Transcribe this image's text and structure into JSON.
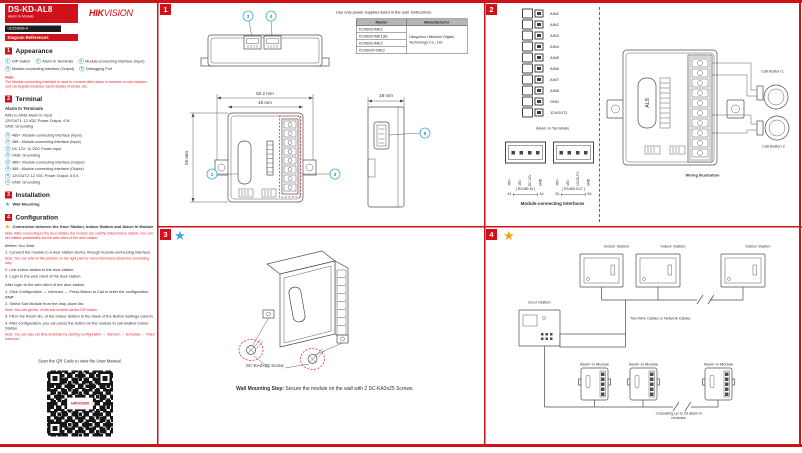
{
  "meta": {
    "product": "DS-KD-AL8",
    "subtitle": "Alarm In Module",
    "doc_code": "UD15289B-A",
    "diagram_refs": "Diagram References",
    "brand_hik": "HIK",
    "brand_vision": "VISION",
    "brand": "HIKVISION"
  },
  "appearance": {
    "number": "1",
    "title": "Appearance",
    "items": [
      {
        "num": "1",
        "label": "DIP Switch"
      },
      {
        "num": "2",
        "label": "Alarm In Terminals"
      },
      {
        "num": "3",
        "label": "Module-connecting Interface (Input)"
      },
      {
        "num": "4",
        "label": "Module-connecting Interface (Output)"
      },
      {
        "num": "5",
        "label": "Debugging Port"
      }
    ],
    "note_label": "Note:",
    "note": "The Module-connecting Interface is used to connect other alarm in modules or sub modules such as keypad modules, touch-display modules, etc."
  },
  "terminal": {
    "number": "2",
    "title": "Terminal",
    "subtitle": "Alarm In Terminals",
    "lines": [
      "AIN1 to AIN8: Alarm In Input",
      "12VOUT1: 12 VDC Power Output, 4 W",
      "GND: Grounding"
    ],
    "interface_lines": [
      {
        "num": "3",
        "text": "485+: Module-connecting Interface (Input)"
      },
      {
        "num": "3",
        "text": "485-: Module-connecting Interface (Input)"
      },
      {
        "num": "3",
        "text": "DC 12V: 12 VDC Power Input"
      },
      {
        "num": "3",
        "text": "GND: Grounding"
      },
      {
        "num": "4",
        "text": "485+: Module-connecting Interface (Output)"
      },
      {
        "num": "4",
        "text": "485-: Module-connecting Interface (Output)"
      },
      {
        "num": "4",
        "text": "12VOUT2: 12 VDC Power Output, 0.5 A"
      },
      {
        "num": "4",
        "text": "GND: Grounding"
      }
    ]
  },
  "installation": {
    "number": "3",
    "title": "Installation",
    "item": "Wall Mounting"
  },
  "configuration": {
    "number": "4",
    "title": "Configuration",
    "item": "Connection between the Door Station, Indoor Station and Alarm In Module",
    "note1": "Note: After connecting to the door station, the module can call the linked indoor station. You can set relative parameters via the web client of the door station.",
    "before": "Before You Start",
    "steps_before": [
      "1. Connect the module to a door station device through module-connecting interface.",
      "2. Link indoor station to the door station.",
      "3. Login to the web client of the door station."
    ],
    "note2": "Note: You can refer to the pictures on the right part for more information about the connecting way.",
    "after_intro": "After login to the web client of the door station,",
    "steps_after": [
      "1. Click Configuration → Intercom → Press Button to Call to enter the configuration page.",
      "2. Select Sub Module from the drop-down list.",
      "3. Fill in the Room No. of the Indoor Station in the blank of the Button Settings column.",
      "4. After configuration, you can press the button on the module to call relative Indoor Station."
    ],
    "note3": "Note: You can get No. of the sub module via the DIP switch.",
    "note4": "Note: You can also set time schedule by clicking Configuration → Intercom → Schedule → Video Intercom.",
    "qr_caption": "Scan the QR Code to view the User Manual."
  },
  "power_table": {
    "intro": "Use only power supplies listed in the user instructions:",
    "headers": [
      "Model",
      "Manufacturer"
    ],
    "models": [
      "K2XB03-IME1",
      "K2XB03-IME1(B)",
      "K2XB03-IME2",
      "K2XB03Y-IME2"
    ],
    "manufacturer": "Hangzhou Hikvision Digital Technology Co., Ltd."
  },
  "diagram1": {
    "badge": "1",
    "dims": {
      "width_outer": "62.2 mm",
      "width_inner": "45 mm",
      "height": "55 mm",
      "depth": "18 mm"
    },
    "callouts": [
      "1",
      "2",
      "3",
      "4",
      "5"
    ]
  },
  "diagram2": {
    "badge": "2",
    "terminals": [
      "AIN1",
      "AIN2",
      "AIN3",
      "AIN4",
      "AIN5",
      "AIN6",
      "AIN7",
      "AIN8",
      "GND",
      "12VOUT1"
    ],
    "terminals_caption": "Alarm In Terminals",
    "conn_in_pins": [
      "485+",
      "485-",
      "DC 12V",
      "GND"
    ],
    "conn_out_pins": [
      "485+",
      "485-",
      "12VOUT2",
      "GND"
    ],
    "conn_in_label": "RS485 IN",
    "conn_out_label": "RS485 OUT",
    "conn_in_range": [
      "A1",
      "A4"
    ],
    "conn_out_range": [
      "B1",
      "B4"
    ],
    "interfaces_caption": "Module-connecting Interfaces",
    "module_label": "AL8",
    "call_button_1": "Call Button 1",
    "call_button_2": "Call Button 2",
    "wiring_caption": "Wiring Illustration"
  },
  "diagram3": {
    "badge": "3",
    "screw_label": "SC-KA3×25 Screw",
    "step_bold": "Wall Mounting Step:",
    "step_text": " Secure the module on the wall with 2 SC-KA3x25 Screws."
  },
  "diagram4": {
    "badge": "4",
    "indoor_station": "Indoor Station",
    "door_station": "Door Station",
    "cable_label": "Two-Wire Cables or Network Cables",
    "alarm_module": "Alarm In Module",
    "cascade_note": "Cascading up to 20 alarm in modules."
  }
}
